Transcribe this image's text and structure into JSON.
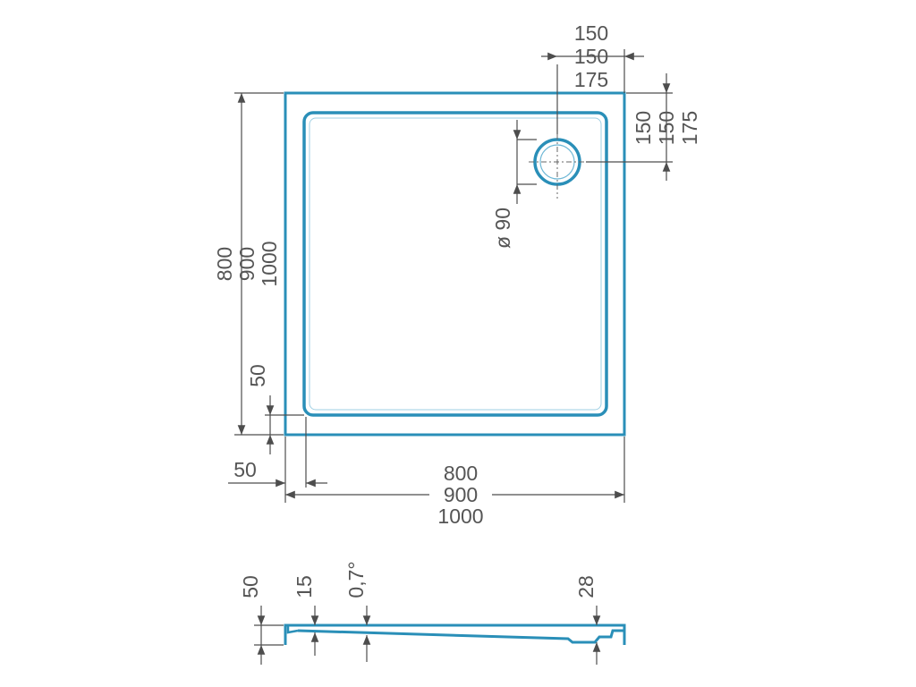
{
  "plan_view": {
    "width_dims": [
      "800",
      "900",
      "1000"
    ],
    "height_dims": [
      "800",
      "900",
      "1000"
    ],
    "drain_x_dims": [
      "150",
      "150",
      "175"
    ],
    "drain_y_dims": [
      "150",
      "150",
      "175"
    ],
    "drain_diameter": "ø 90",
    "bottom_edge_offset": "50",
    "left_edge_offset": "50"
  },
  "section_view": {
    "height": "50",
    "floor_depth": "15",
    "slope": "0,7°",
    "drain_depth": "28"
  },
  "colors": {
    "tray_outline": "#2a8fb8",
    "dimension_lines": "#4d4d4d",
    "text": "#555555"
  }
}
